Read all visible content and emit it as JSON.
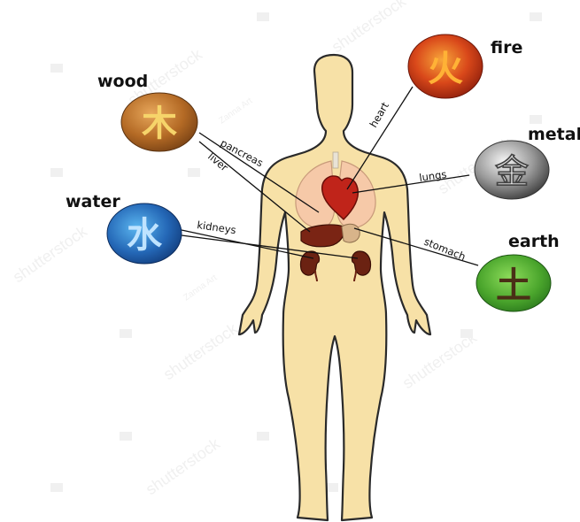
{
  "diagram": {
    "elements": [
      {
        "id": "wood",
        "label": "wood",
        "character": "木",
        "color": "#c07a2c"
      },
      {
        "id": "fire",
        "label": "fire",
        "character": "火",
        "color": "#d9481a"
      },
      {
        "id": "metal",
        "label": "metal",
        "character": "金",
        "color": "#9a9a9a"
      },
      {
        "id": "water",
        "label": "water",
        "character": "水",
        "color": "#2f7fc7"
      },
      {
        "id": "earth",
        "label": "earth",
        "character": "土",
        "color": "#5ab534"
      }
    ],
    "organs": {
      "heart": "heart",
      "pancreas": "pancreas",
      "liver": "liver",
      "lungs": "lungs",
      "kidneys": "kidneys",
      "stomach": "stomach"
    },
    "connections": [
      {
        "organ": "heart",
        "element": "fire"
      },
      {
        "organ": "lungs",
        "element": "metal"
      },
      {
        "organ": "pancreas",
        "element": "wood"
      },
      {
        "organ": "liver",
        "element": "wood"
      },
      {
        "organ": "kidneys",
        "element": "water"
      },
      {
        "organ": "stomach",
        "element": "earth"
      }
    ],
    "colors": {
      "body": "#f7e1a7",
      "outline": "#2a2a2a",
      "lungs": "#f6c9a8",
      "heart": "#c0241a",
      "liver": "#7a2414",
      "kidney": "#6b2212"
    }
  },
  "watermark": {
    "text": "shutterstock",
    "secondary": "Zanna Art"
  }
}
